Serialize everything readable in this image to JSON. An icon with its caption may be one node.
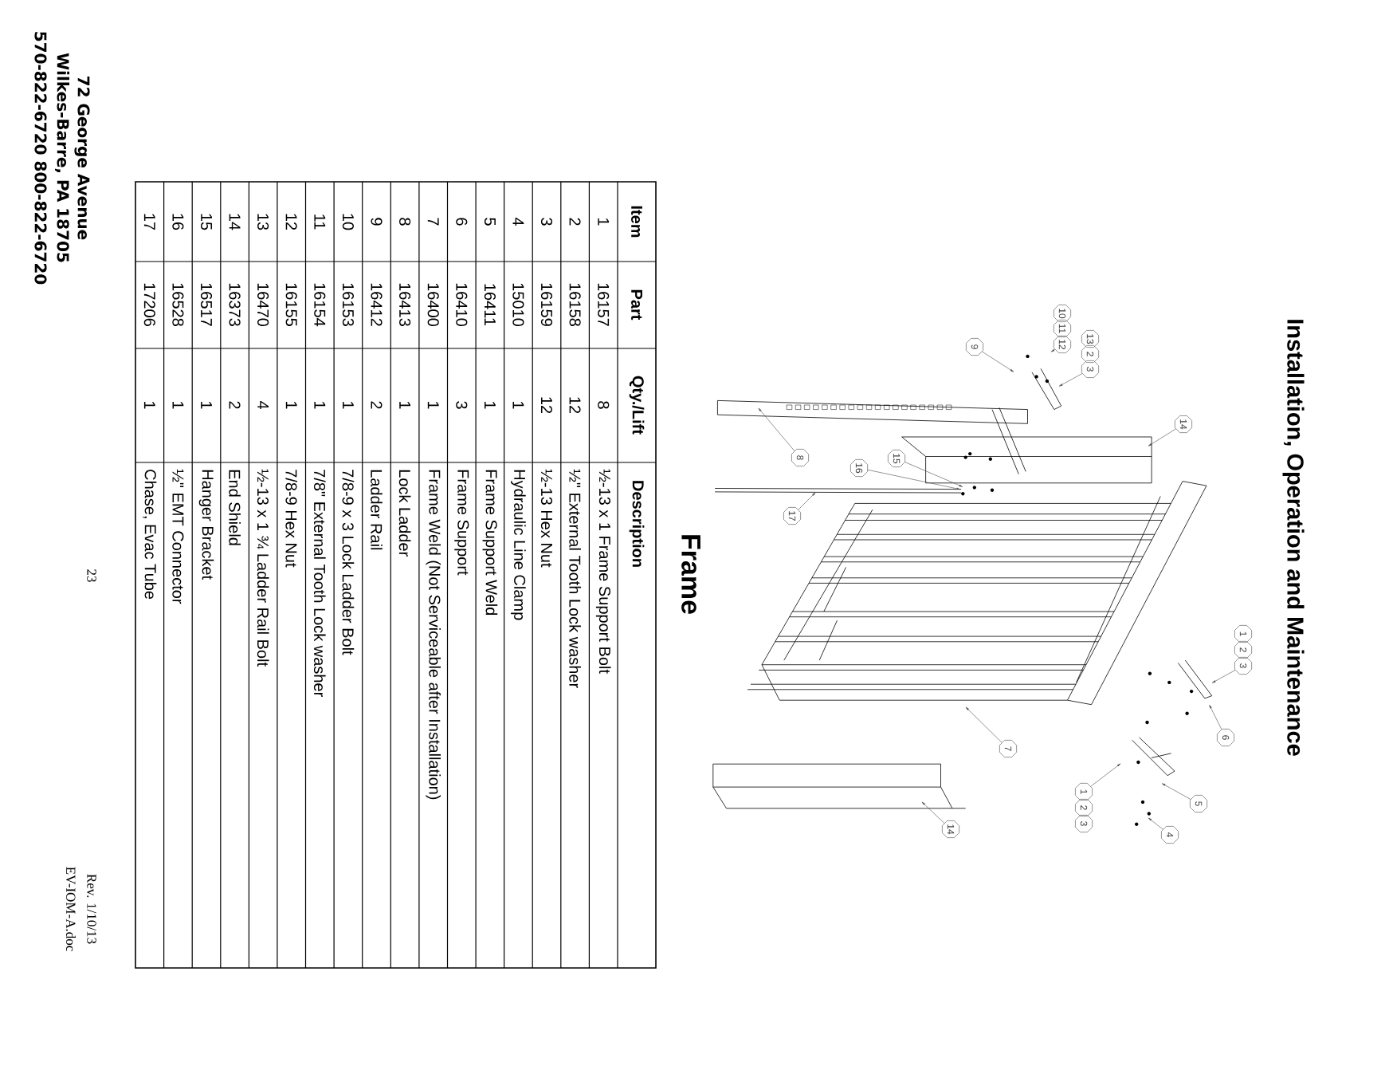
{
  "diagram": {
    "title": "Installation, Operation and Maintenance",
    "nodes": [
      {
        "text": [
          "10"
        ]
      },
      {
        "text": [
          "11"
        ]
      },
      {
        "text": [
          "12"
        ]
      },
      {
        "text": [
          "13"
        ]
      },
      {
        "text": [
          "2"
        ]
      },
      {
        "text": [
          "3"
        ]
      },
      {
        "text": [
          "1"
        ]
      },
      {
        "text": [
          "2"
        ]
      },
      {
        "text": [
          "3"
        ]
      },
      {
        "text": [
          "9"
        ]
      },
      {
        "text": [
          "14"
        ]
      },
      {
        "text": [
          "6"
        ]
      },
      {
        "text": [
          "5"
        ]
      },
      {
        "text": [
          "4"
        ]
      },
      {
        "text": [
          "1"
        ]
      },
      {
        "text": [
          "2"
        ]
      },
      {
        "text": [
          "3"
        ]
      },
      {
        "text": [
          "15"
        ]
      },
      {
        "text": [
          "16"
        ]
      },
      {
        "text": [
          "8"
        ]
      },
      {
        "text": [
          "7"
        ]
      },
      {
        "text": [
          "17"
        ]
      },
      {
        "text": [
          "14"
        ]
      }
    ],
    "edges": [
      {
        "from": 2,
        "to": null,
        "arrow": "to"
      },
      {
        "from": 5,
        "to": null,
        "arrow": "to"
      },
      {
        "from": 8,
        "to": null,
        "arrow": "to"
      },
      {
        "from": 9,
        "to": null,
        "arrow": "to"
      },
      {
        "from": 10,
        "to": null,
        "arrow": "to"
      },
      {
        "from": 11,
        "to": null,
        "arrow": "to"
      },
      {
        "from": 12,
        "to": null,
        "arrow": "to"
      },
      {
        "from": 13,
        "to": null,
        "arrow": "to"
      },
      {
        "from": 14,
        "to": null,
        "arrow": "to"
      },
      {
        "from": 17,
        "to": null,
        "arrow": "to"
      },
      {
        "from": 18,
        "to": null,
        "arrow": "to"
      },
      {
        "from": 19,
        "to": null,
        "arrow": "to"
      },
      {
        "from": 20,
        "to": null,
        "arrow": "to"
      },
      {
        "from": 21,
        "to": null,
        "arrow": "to"
      },
      {
        "from": 22,
        "to": null,
        "arrow": "to"
      }
    ],
    "labels": [
      "Frame",
      "Item",
      "Part",
      "Qty./Lift",
      "Description",
      "1",
      "16157",
      "8",
      "½-13 x 1 Frame Support Bolt",
      "2",
      "16158",
      "12",
      "½\" External Tooth Lock washer",
      "3",
      "16159",
      "12",
      "½-13 Hex Nut",
      "4",
      "15010",
      "1",
      "Hydraulic Line Clamp",
      "5",
      "16411",
      "1",
      "Frame Support Weld",
      "6",
      "16410",
      "3",
      "Frame Support",
      "7",
      "16400",
      "1",
      "Frame Weld (Not Serviceable after Installation)",
      "8",
      "16413",
      "1",
      "Lock Ladder",
      "9",
      "16412",
      "2",
      "Ladder Rail",
      "10",
      "16153",
      "1",
      "7/8-9 x 3 Lock Ladder Bolt",
      "11",
      "16154",
      "1",
      "7/8\" External Tooth Lock washer",
      "12",
      "16155",
      "1",
      "7/8-9 Hex Nut",
      "13",
      "16470",
      "4",
      "½-13 x 1 ¾ Ladder Rail Bolt",
      "14",
      "16373",
      "2",
      "End Shield",
      "15",
      "16517",
      "1",
      "Hanger Bracket",
      "16",
      "16528",
      "1",
      "½\" EMT Connector",
      "17",
      "17206",
      "1",
      "Chase, Evac Tube",
      "72 George Avenue",
      "Wilkes-Barre, PA 18705",
      "570-822-6720 800-822-6720",
      "23",
      "Rev. 1/10/13",
      "EV-IOM-A.doc"
    ]
  }
}
